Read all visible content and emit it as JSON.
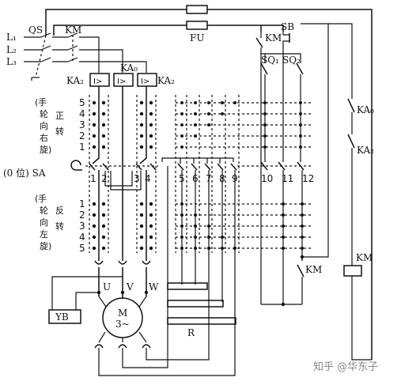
{
  "labels": {
    "QS": "QS",
    "KM_top": "KM",
    "L1": "L₁",
    "L2": "L₂",
    "L3": "L₃",
    "FU": "FU",
    "KM_ctrl": "KM",
    "SB": "SB",
    "SQ1": "SQ₁",
    "SQ2": "SQ₂",
    "KA0_relay": "KA₀",
    "KA2_left": "KA₂",
    "KA2_right": "KA₂",
    "KA0_right": "KA₀",
    "KA2_right2": "KA₂",
    "KM_coil": "KM",
    "KM_contact_low": "KM",
    "SA": "(0 位) SA",
    "U": "U",
    "V": "V",
    "W": "W",
    "YB": "YB",
    "motor": "M",
    "motor_sub": "3~",
    "R": "R",
    "forward_1": "(手",
    "forward_2": "轮",
    "forward_3": "向",
    "forward_4": "右",
    "forward_5": "旋)",
    "forward_a": "正",
    "forward_b": "转",
    "reverse_1": "(手",
    "reverse_2": "轮",
    "reverse_3": "向",
    "reverse_4": "左",
    "reverse_5": "旋)",
    "reverse_a": "反",
    "reverse_b": "转",
    "watermark": "知乎 @华东子"
  },
  "positions_up": [
    "5",
    "4",
    "3",
    "2",
    "1"
  ],
  "positions_down": [
    "1",
    "2",
    "3",
    "4",
    "5"
  ],
  "contacts": [
    "1",
    "2",
    "3",
    "4",
    "5",
    "6",
    "7",
    "8",
    "9",
    "10",
    "11",
    "12"
  ]
}
